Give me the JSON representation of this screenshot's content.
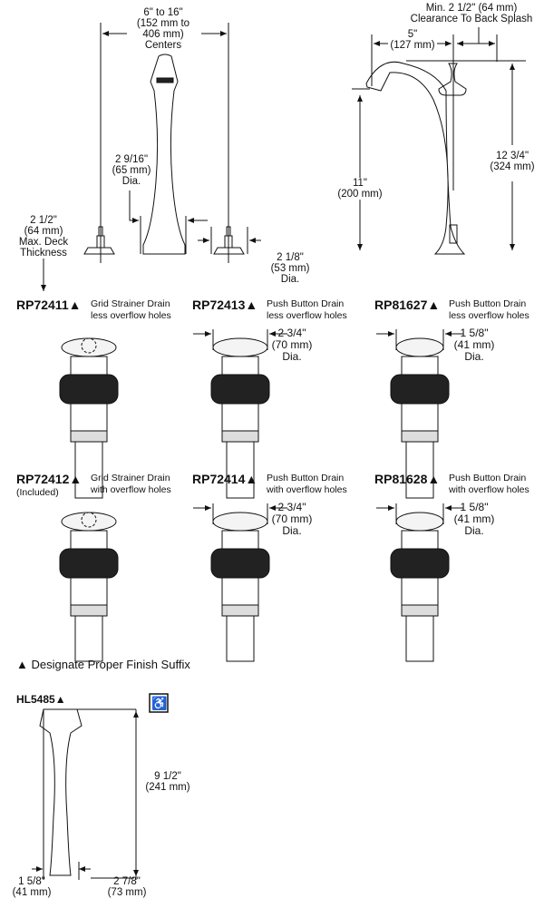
{
  "faucet_dims": {
    "centers": [
      "6\" to 16\"",
      "(152 mm to",
      "406 mm)",
      "Centers"
    ],
    "handle_dia": [
      "2 9/16\"",
      "(65 mm)",
      "Dia."
    ],
    "deck": [
      "2 1/2\"",
      "(64 mm)",
      "Max. Deck",
      "Thickness"
    ],
    "valve_dia": [
      "2 1/8\"",
      "(53 mm)",
      "Dia."
    ],
    "clearance": [
      "Min. 2 1/2\" (64 mm)",
      "Clearance To Back Splash"
    ],
    "reach": [
      "5\"",
      "(127 mm)"
    ],
    "spout_height": [
      "11\"",
      "(200 mm)"
    ],
    "total_height": [
      "12 3/4\"",
      "(324 mm)"
    ]
  },
  "drains": [
    {
      "code": "RP72411▲",
      "desc": [
        "Grid Strainer Drain",
        "less overflow holes"
      ]
    },
    {
      "code": "RP72413▲",
      "desc": [
        "Push Button Drain",
        "less overflow holes"
      ],
      "dim": [
        "2 3/4\"",
        "(70 mm)",
        "Dia."
      ]
    },
    {
      "code": "RP81627▲",
      "desc": [
        "Push Button Drain",
        "less overflow holes"
      ],
      "dim": [
        "1 5/8\"",
        "(41 mm)",
        "Dia."
      ]
    },
    {
      "code": "RP72412▲",
      "note": "(Included)",
      "desc": [
        "Grid Strainer Drain",
        "with overflow holes"
      ]
    },
    {
      "code": "RP72414▲",
      "desc": [
        "Push Button Drain",
        "with overflow holes"
      ],
      "dim": [
        "2 3/4\"",
        "(70 mm)",
        "Dia."
      ]
    },
    {
      "code": "RP81628▲",
      "desc": [
        "Push Button Drain",
        "with overflow holes"
      ],
      "dim": [
        "1 5/8\"",
        "(41 mm)",
        "Dia."
      ]
    }
  ],
  "footnote": "▲ Designate Proper Finish Suffix",
  "handle": {
    "code": "HL5485▲",
    "height": [
      "9 1/2\"",
      "(241 mm)"
    ],
    "base": [
      "1 5/8\"",
      "(41 mm)"
    ],
    "reach": [
      "2 7/8\"",
      "(73 mm)"
    ]
  }
}
